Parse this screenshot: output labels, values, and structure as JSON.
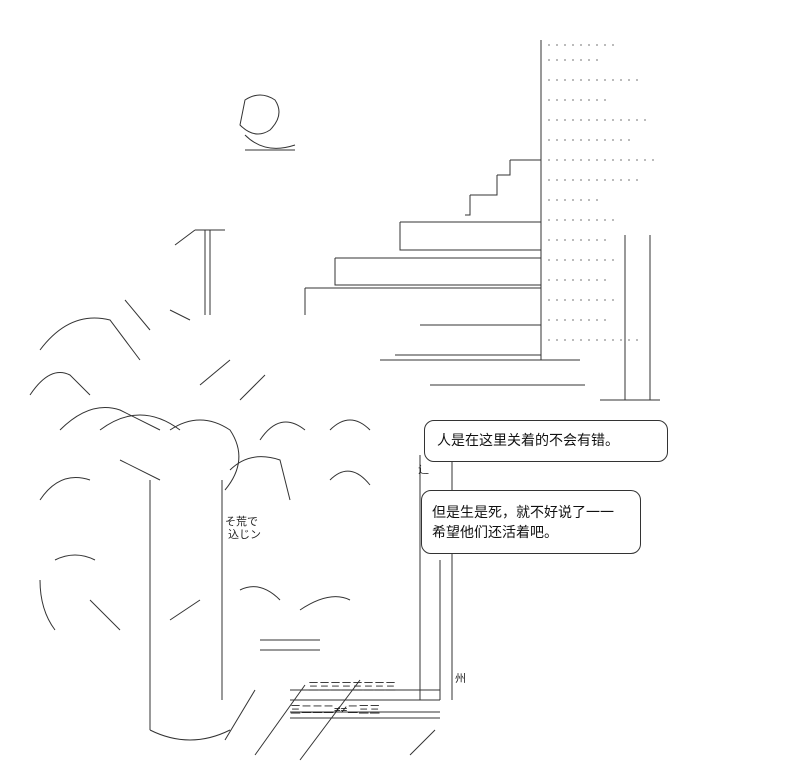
{
  "speech": {
    "bubble1": [
      "人是在这里关着的不会有错。"
    ],
    "bubble2": [
      "但是生是死，就不好说了一一",
      "希望他们还活着吧。"
    ]
  },
  "ascii_text": {
    "sign_left": "辶",
    "sign_right": "州",
    "fragment_a": "そ荒で",
    "fragment_b": "込じン",
    "fragment_c": "三三三三三三三三",
    "fragment_d": "三二二二≠≠二三三"
  }
}
